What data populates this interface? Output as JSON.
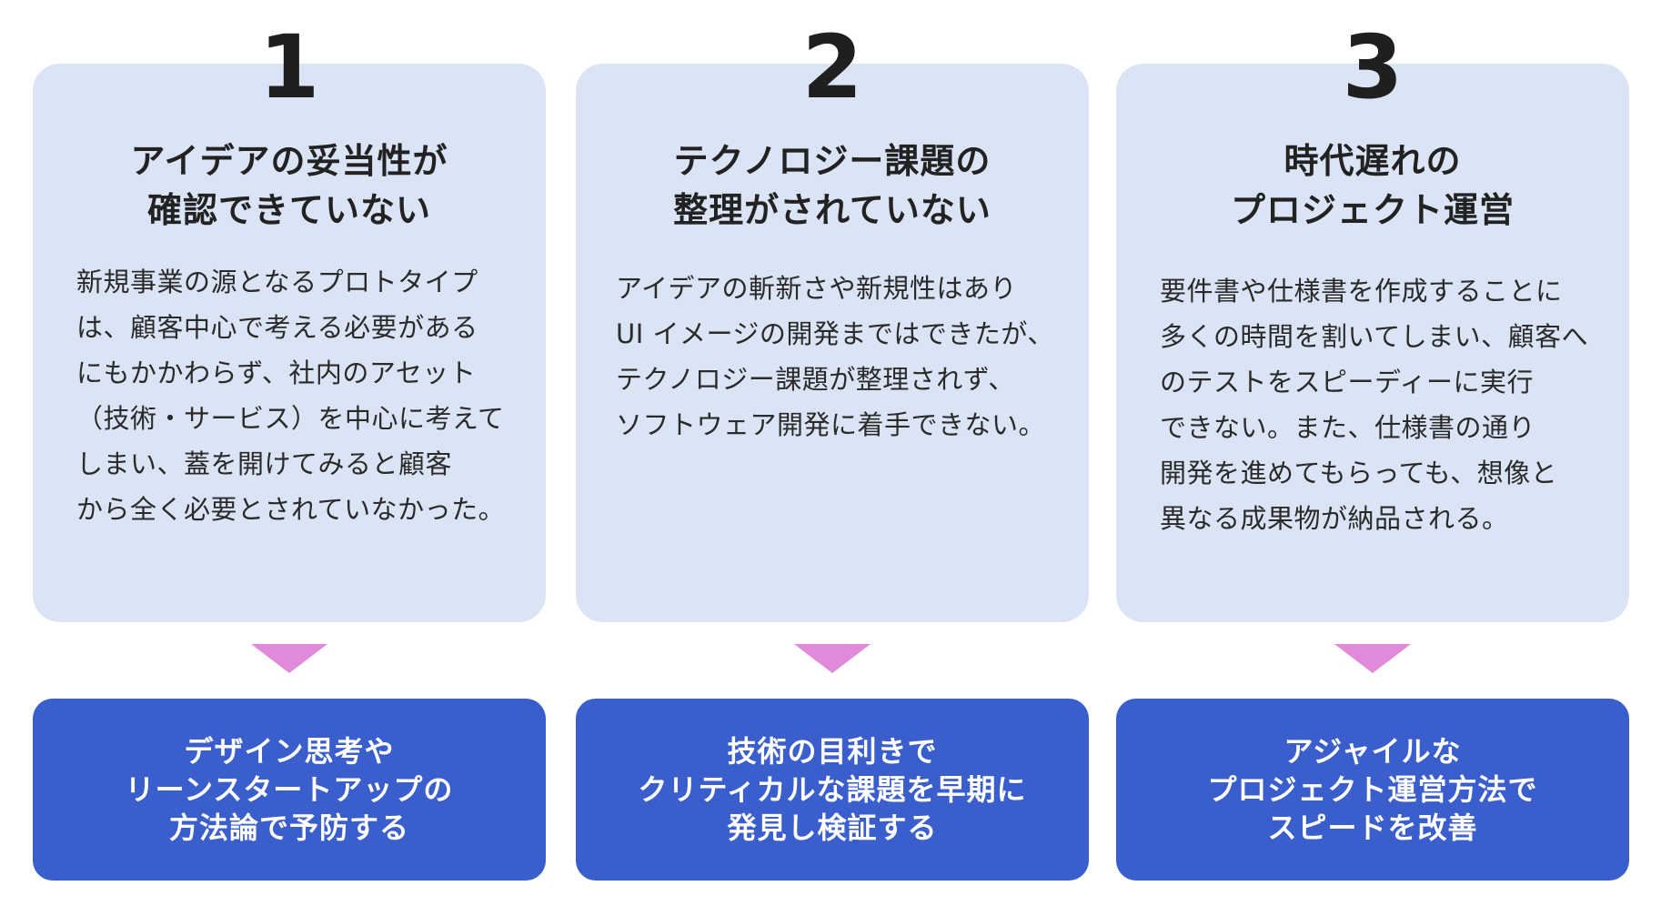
{
  "colors": {
    "problem_card_bg": "#dae4f5",
    "solution_card_bg": "#3a5fcd",
    "arrow": "#e18ad9",
    "number_text": "#1f1f1f",
    "solution_text": "#ffffff"
  },
  "columns": [
    {
      "number": "1",
      "title_lines": [
        "アイデアの妥当性が",
        "確認できていない"
      ],
      "body_lines": [
        "新規事業の源となるプロトタイプ",
        "は、顧客中心で考える必要がある",
        "にもかかわらず、社内のアセット",
        "（技術・サービス）を中心に考えて",
        "しまい、蓋を開けてみると顧客",
        "から全く必要とされていなかった。"
      ],
      "solution_lines": [
        "デザイン思考や",
        "リーンスタートアップの",
        "方法論で予防する"
      ]
    },
    {
      "number": "2",
      "title_lines": [
        "テクノロジー課題の",
        "整理がされていない"
      ],
      "body_lines": [
        "アイデアの斬新さや新規性はあり",
        "UI イメージの開発まではできたが、",
        "テクノロジー課題が整理されず、",
        "ソフトウェア開発に着手できない。"
      ],
      "solution_lines": [
        "技術の目利きで",
        "クリティカルな課題を早期に",
        "発見し検証する"
      ]
    },
    {
      "number": "3",
      "title_lines": [
        "時代遅れの",
        "プロジェクト運営"
      ],
      "body_lines": [
        "要件書や仕様書を作成することに",
        "多くの時間を割いてしまい、顧客へ",
        "のテストをスピーディーに実行",
        "できない。また、仕様書の通り",
        "開発を進めてもらっても、想像と",
        "異なる成果物が納品される。"
      ],
      "solution_lines": [
        "アジャイルな",
        "プロジェクト運営方法で",
        "スピードを改善"
      ]
    }
  ]
}
